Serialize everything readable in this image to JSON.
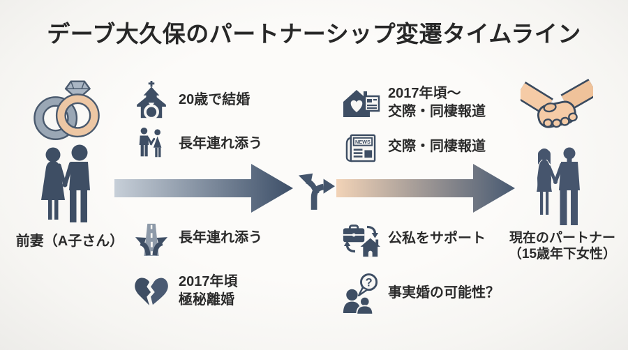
{
  "title": "デーブ大久保のパートナーシップ変遷タイムライン",
  "left_figure": {
    "label": "前妻（A子さん）"
  },
  "right_figure": {
    "label": "現在のパートナー\n（15歳年下女性）"
  },
  "events": [
    {
      "icon": "church-wedding-icon",
      "text": "20歳で結婚"
    },
    {
      "icon": "couple-icon",
      "text": "長年連れ添う"
    },
    {
      "icon": "forked-road-icon",
      "text": "長年連れ添う"
    },
    {
      "icon": "broken-heart-icon",
      "text": "2017年頃\n極秘離婚"
    },
    {
      "icon": "house-heart-news-icon",
      "text": "2017年頃〜\n交際・同棲報道"
    },
    {
      "icon": "newspaper-icon",
      "text": "交際・同棲報道"
    },
    {
      "icon": "work-home-cycle-icon",
      "text": "公私をサポート"
    },
    {
      "icon": "people-question-icon",
      "text": "事実婚の可能性？"
    }
  ],
  "newspaper": {
    "masthead": "NEWS"
  },
  "question_bubble": {
    "mark": "?"
  },
  "colors": {
    "icon": "#3e4e64",
    "arrow1_start": "#c7cfd8",
    "arrow1_end": "#3d4f68",
    "arrow2_start": "#f2d3b7",
    "arrow2_end": "#485a72",
    "ring_silver": "#9aa7b5",
    "ring_gold": "#edc7a4",
    "skin": "#f5cba6"
  }
}
